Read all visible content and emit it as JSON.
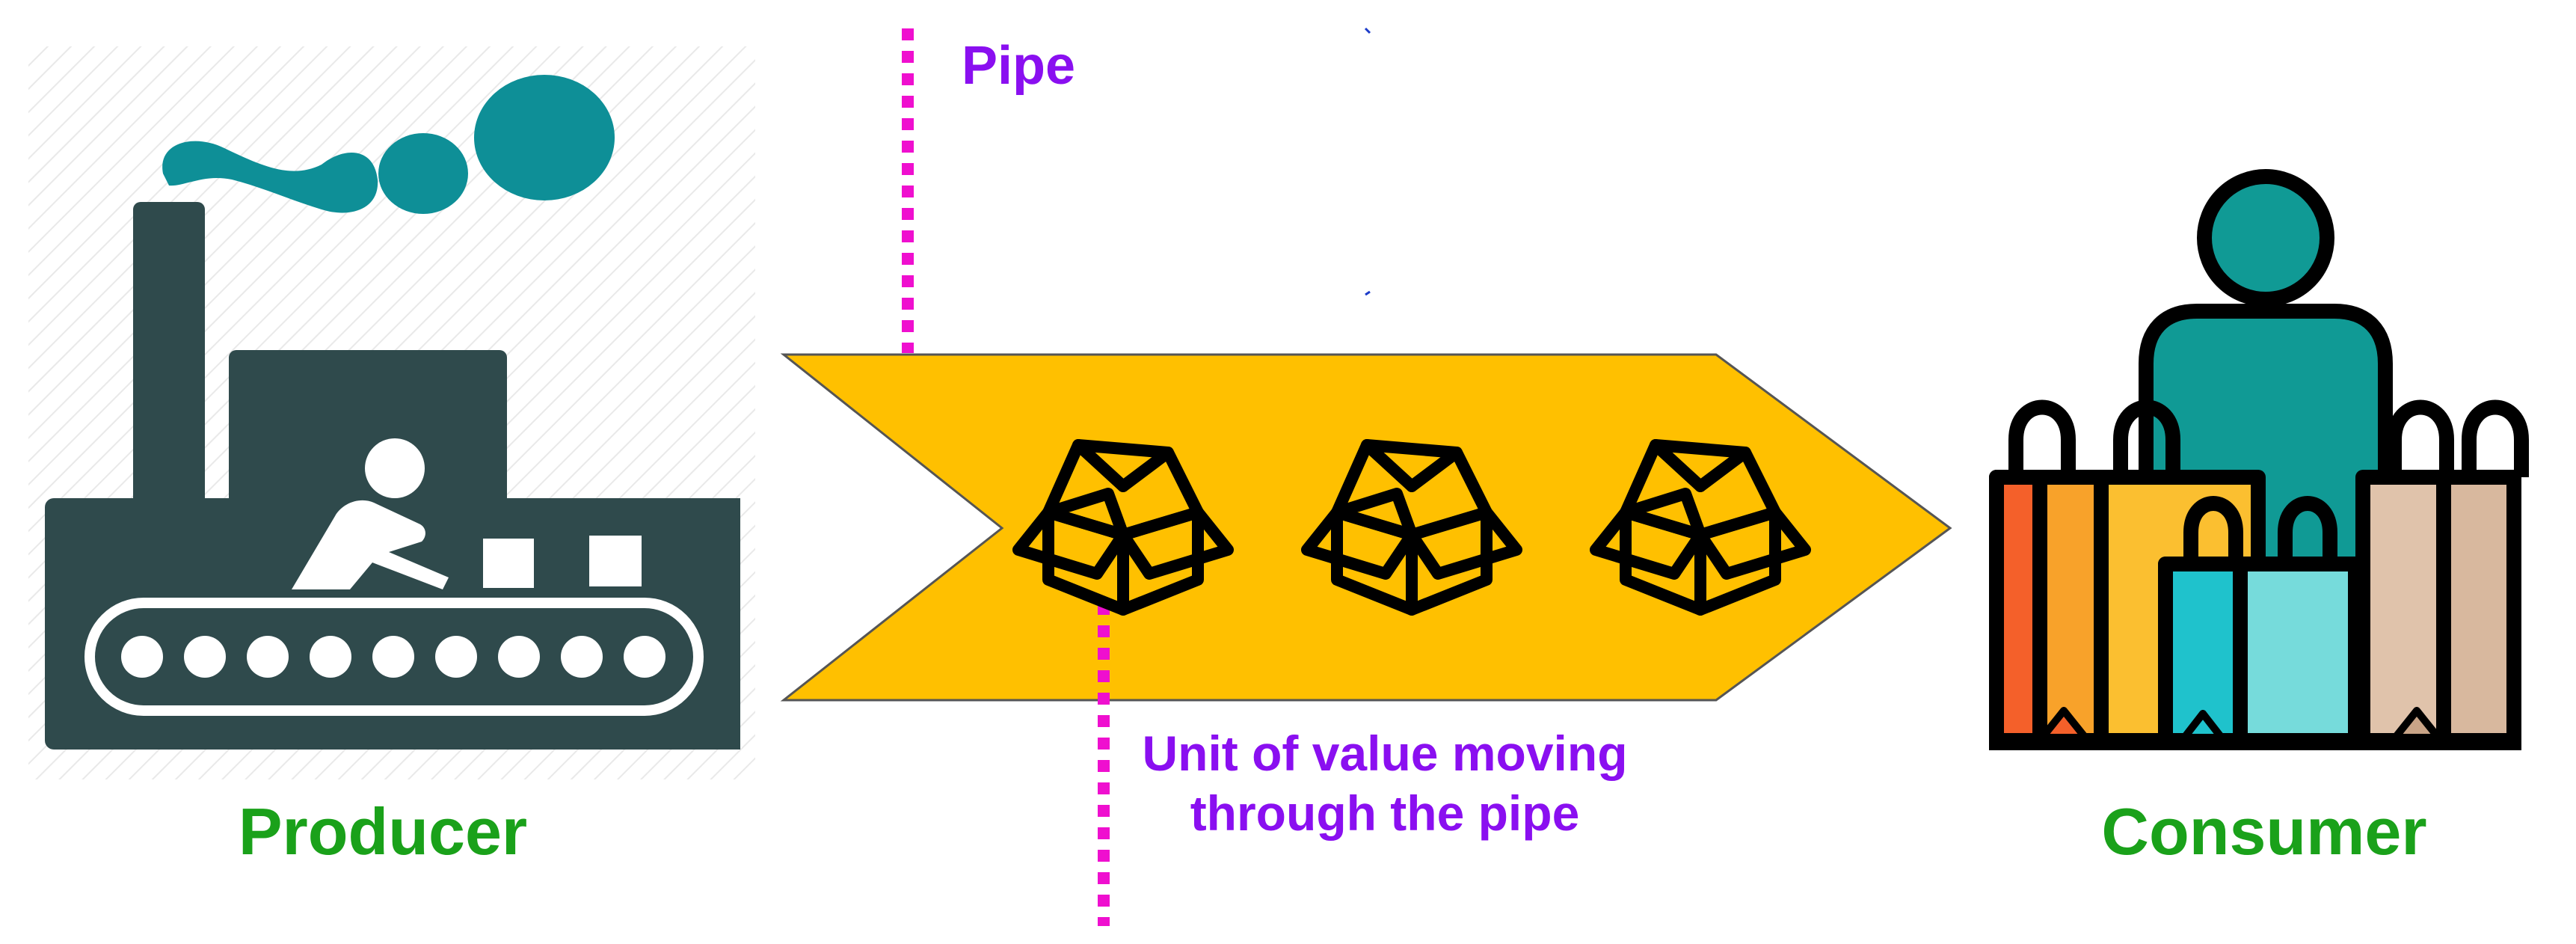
{
  "labels": {
    "pipe": "Pipe",
    "unit_line1": "Unit of value moving",
    "unit_line2": "through the pipe",
    "producer": "Producer",
    "consumer": "Consumer"
  },
  "colors": {
    "pipe_fill": "#ffc000",
    "factory": "#2f4a4c",
    "smoke": "#0e8f97",
    "label_green": "#1aa11a",
    "label_purple": "#8a0ff0",
    "dotted_line": "#ef0fcf",
    "consumer_person": "#109a95",
    "bag_orange_red": "#f4602a",
    "bag_orange": "#f8a22a",
    "bag_yellow": "#fbbf30",
    "bag_cyan": "#1fc2cc",
    "bag_light_cyan": "#76dbdb",
    "bag_tan": "#e0c3ab"
  },
  "icons": [
    "factory-icon",
    "box-icon",
    "shopper-icon"
  ]
}
